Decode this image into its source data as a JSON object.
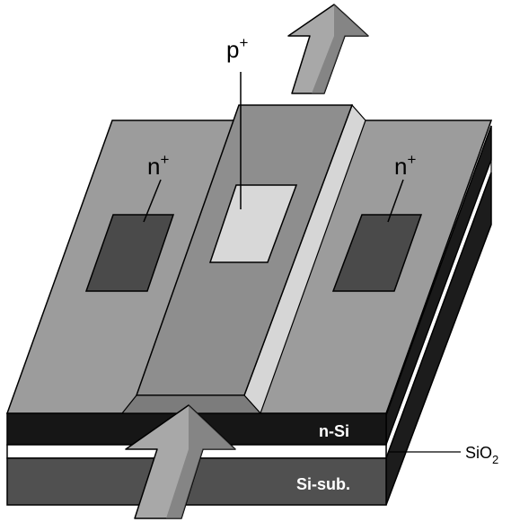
{
  "labels": {
    "p_plus": {
      "base": "p",
      "sup": "+"
    },
    "n_plus_left": {
      "base": "n",
      "sup": "+"
    },
    "n_plus_right": {
      "base": "n",
      "sup": "+"
    },
    "n_si": "n-Si",
    "sio2": {
      "base": "SiO",
      "sub": "2"
    },
    "si_sub": "Si-sub."
  },
  "colors": {
    "surface": "#9c9c9c",
    "ridge_top": "#8e8e8e",
    "ridge_side": "#d6d6d6",
    "n_contact": "#4a4a4a",
    "p_contact": "#d8d8d8",
    "n_si_layer": "#161616",
    "sio2_layer": "#ffffff",
    "substrate": "#505050",
    "right_face_dark": "#1a1a1a",
    "arrow": "#a8a8a8",
    "arrow_shade": "#6e6e6e",
    "outline": "#000000"
  }
}
